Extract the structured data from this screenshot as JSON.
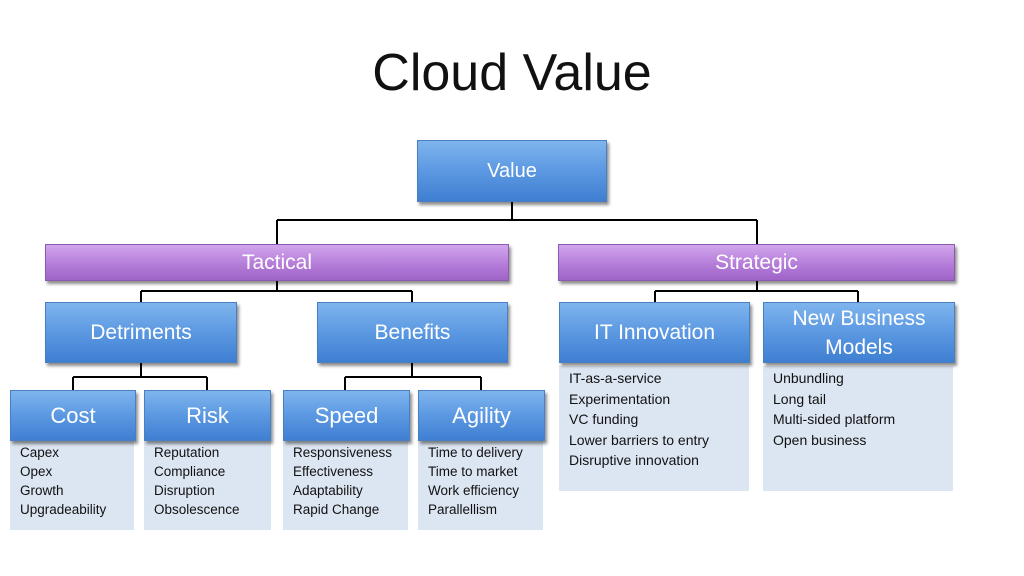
{
  "title": "Cloud Value",
  "root": "Value",
  "tactical": "Tactical",
  "strategic": "Strategic",
  "detriments": "Detriments",
  "benefits": "Benefits",
  "it_innovation": {
    "label": "IT Innovation",
    "items": [
      "IT-as-a-service",
      "Experimentation",
      "VC funding",
      "Lower barriers to entry",
      "Disruptive innovation"
    ]
  },
  "new_business_models": {
    "label_line1": "New Business",
    "label_line2": "Models",
    "items": [
      "Unbundling",
      "Long tail",
      "Multi-sided platform",
      "Open business"
    ]
  },
  "cost": {
    "label": "Cost",
    "items": [
      "Capex",
      "Opex",
      "Growth",
      "Upgradeability"
    ]
  },
  "risk": {
    "label": "Risk",
    "items": [
      "Reputation",
      "Compliance",
      "Disruption",
      "Obsolescence"
    ]
  },
  "speed": {
    "label": "Speed",
    "items": [
      "Responsiveness",
      "Effectiveness",
      "Adaptability",
      "Rapid Change"
    ]
  },
  "agility": {
    "label": "Agility",
    "items": [
      "Time to delivery",
      "Time to market",
      "Work efficiency",
      "Parallellism"
    ]
  },
  "colors": {
    "node_blue": "#5f9be3",
    "node_purple": "#b57dd9",
    "detail_bg": "#dce6f2"
  }
}
